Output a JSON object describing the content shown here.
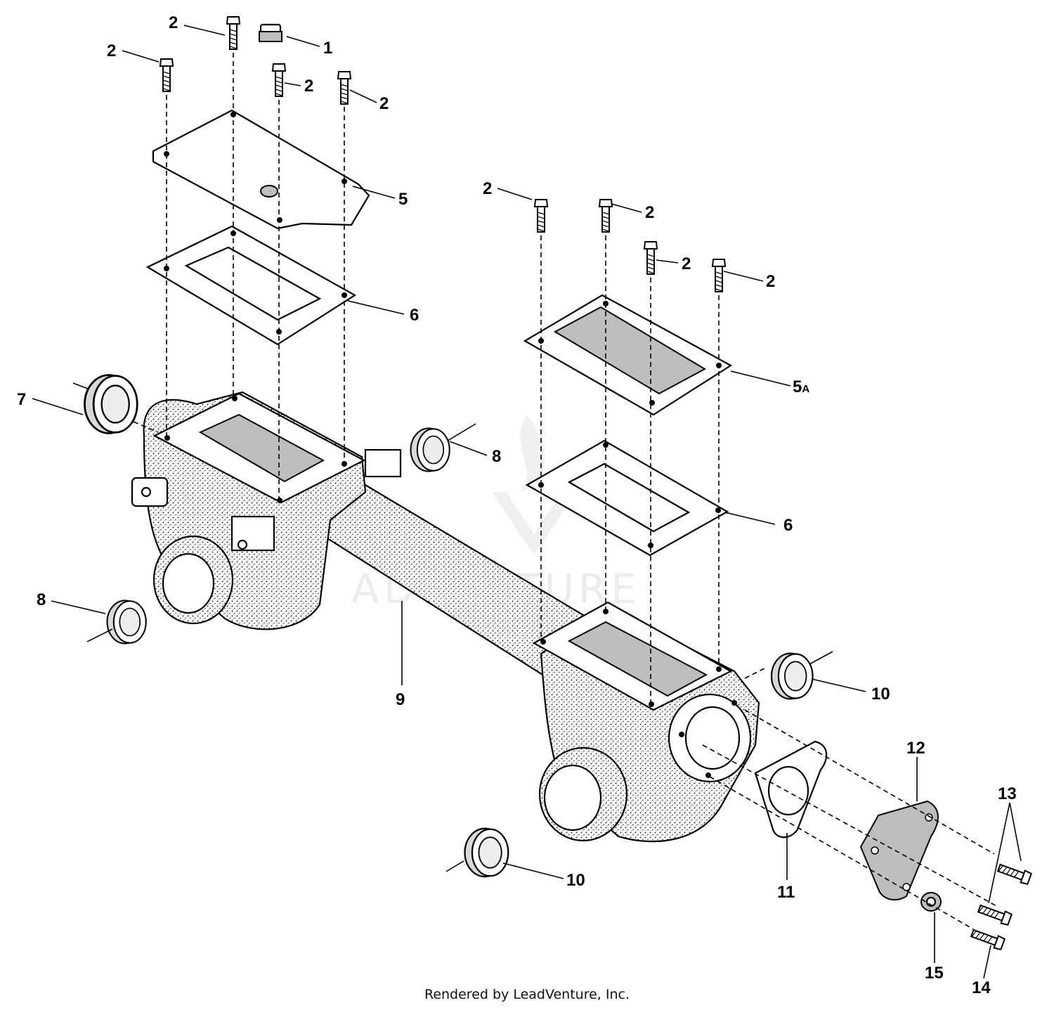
{
  "callouts": {
    "c1": "1",
    "c2": "2",
    "c5": "5",
    "c5a_main": "5",
    "c5a_sub": "A",
    "c6": "6",
    "c7": "7",
    "c8": "8",
    "c9": "9",
    "c10": "10",
    "c11": "11",
    "c12": "12",
    "c13": "13",
    "c14": "14",
    "c15": "15"
  },
  "watermark": "ADVENTURE",
  "footer": "Rendered by LeadVenture, Inc."
}
